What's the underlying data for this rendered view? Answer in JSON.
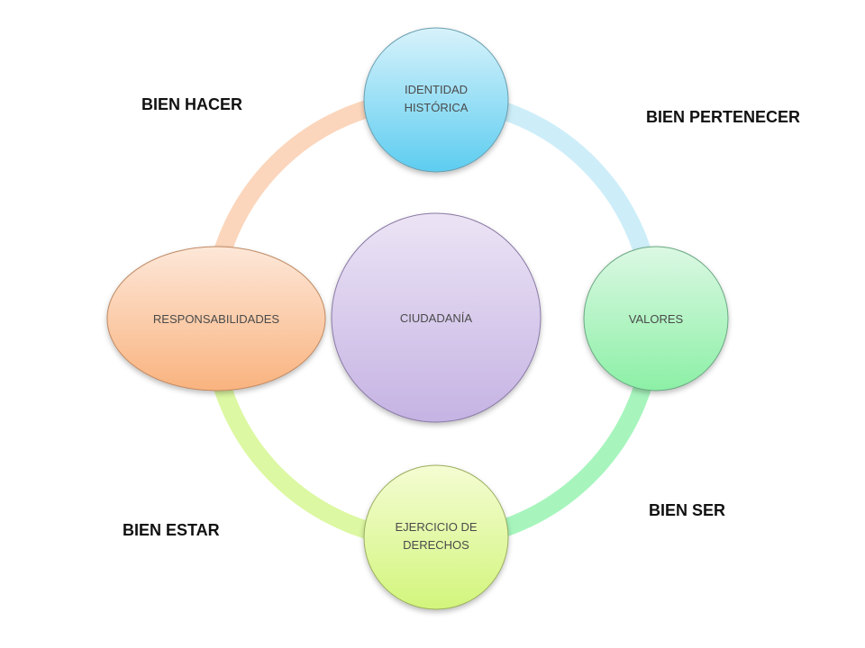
{
  "diagram": {
    "center": {
      "label": "CIUDADANÍA",
      "color_top": "#ece4f5",
      "color_bottom": "#c5b3e3"
    },
    "nodes": {
      "top": {
        "lines": [
          "IDENTIDAD",
          "HISTÓRICA"
        ],
        "color_top": "#d7f2fb",
        "color_bottom": "#5dcdf0"
      },
      "right": {
        "lines": [
          "VALORES"
        ],
        "color_top": "#dbf8e3",
        "color_bottom": "#8cf0a6"
      },
      "bottom": {
        "lines": [
          "EJERCICIO DE",
          "DERECHOS"
        ],
        "color_top": "#f4fcd2",
        "color_bottom": "#d2f57c"
      },
      "left": {
        "lines": [
          "RESPONSABILIDADES"
        ],
        "color_top": "#fde7d8",
        "color_bottom": "#f9b37f"
      }
    },
    "ring_colors": {
      "top_right": "#cdeef9",
      "bottom_right": "#a7f5bd",
      "bottom_left": "#dcf8a2",
      "top_left": "#fbd6bc"
    },
    "corner_labels": {
      "top_left": "BIEN HACER",
      "top_right": "BIEN PERTENECER",
      "bottom_right": "BIEN SER",
      "bottom_left": "BIEN ESTAR"
    }
  }
}
